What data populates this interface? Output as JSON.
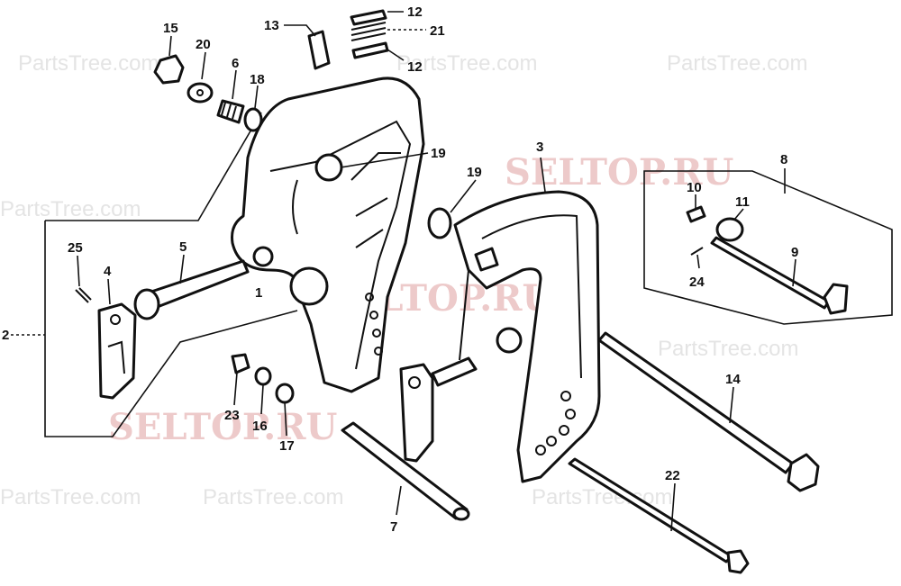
{
  "diagram": {
    "watermarks": {
      "brand": "SELTOP.RU",
      "site": "PartsTree.com"
    },
    "callouts": {
      "c1": "1",
      "c2": "2",
      "c3": "3",
      "c4": "4",
      "c5": "5",
      "c6": "6",
      "c7": "7",
      "c8": "8",
      "c9": "9",
      "c10": "10",
      "c11": "11",
      "c12a": "12",
      "c12b": "12",
      "c13": "13",
      "c14": "14",
      "c15": "15",
      "c16": "16",
      "c17": "17",
      "c18": "18",
      "c19a": "19",
      "c19b": "19",
      "c20": "20",
      "c21": "21",
      "c22": "22",
      "c23": "23",
      "c24": "24",
      "c25": "25"
    }
  }
}
